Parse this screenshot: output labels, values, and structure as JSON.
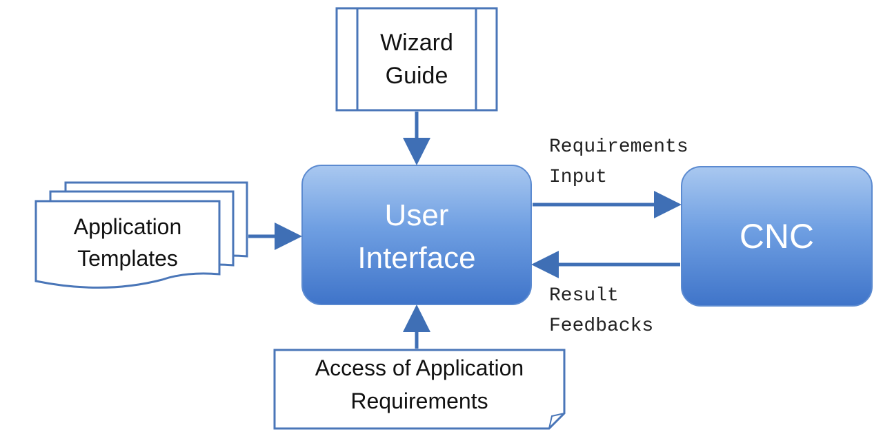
{
  "wizard": {
    "line1": "Wizard",
    "line2": "Guide"
  },
  "user_interface": {
    "line1": "User",
    "line2": "Interface"
  },
  "cnc": {
    "label": "CNC"
  },
  "templates": {
    "line1": "Application",
    "line2": "Templates"
  },
  "access": {
    "line1": "Access of Application",
    "line2": "Requirements"
  },
  "edge_requirements": {
    "line1": "Requirements",
    "line2": "Input"
  },
  "edge_result": {
    "line1": "Result",
    "line2": "Feedbacks"
  },
  "colors": {
    "box_fill_top": "#a9c8f0",
    "box_fill_bottom": "#4f86d6",
    "stroke": "#4a76b8",
    "arrow": "#3f6fb5"
  }
}
